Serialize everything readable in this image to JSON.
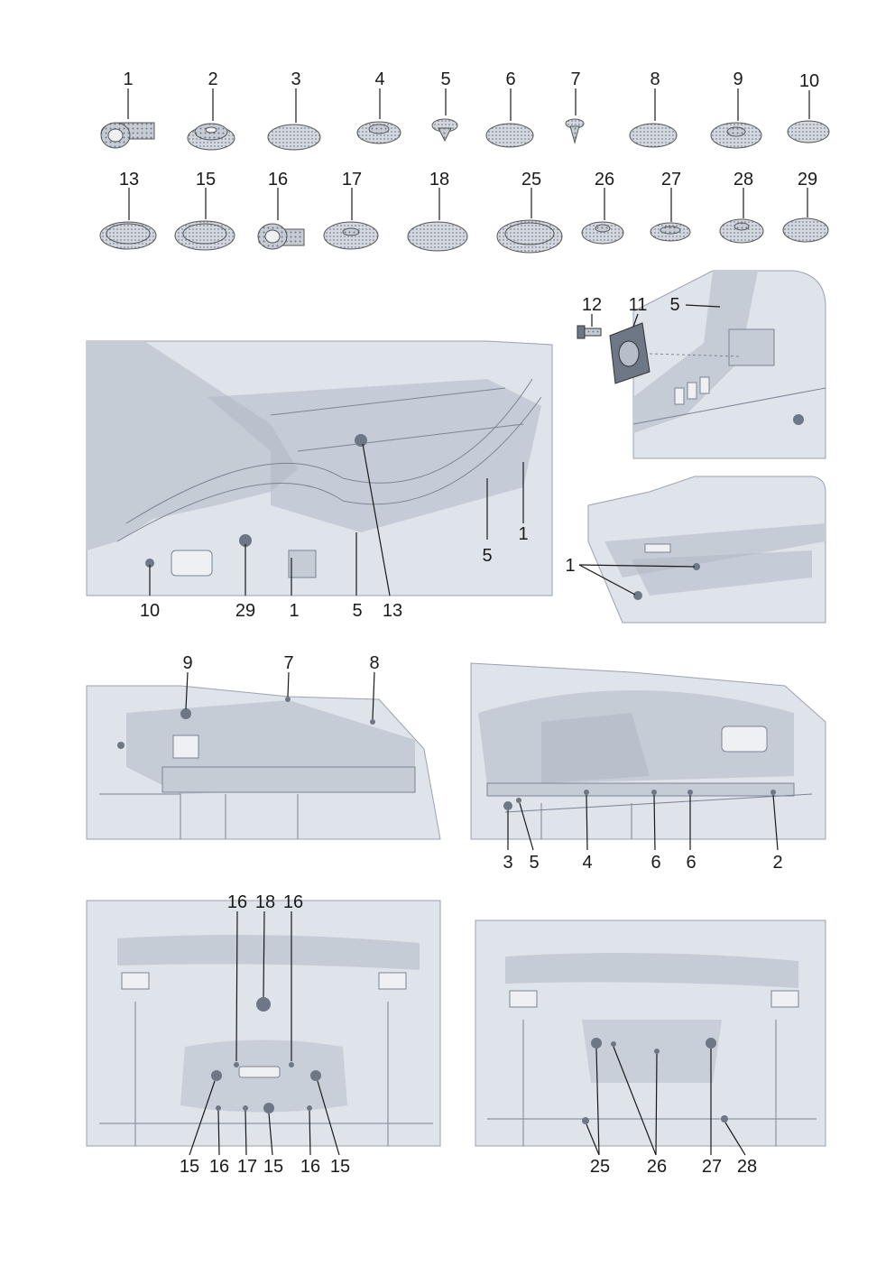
{
  "parts_row1": [
    "1",
    "2",
    "3",
    "4",
    "5",
    "6",
    "7",
    "8",
    "9",
    "10"
  ],
  "parts_row2": [
    "13",
    "15",
    "16",
    "17",
    "18",
    "25",
    "26",
    "27",
    "28",
    "29"
  ],
  "views": {
    "trunk": [
      "10",
      "29",
      "1",
      "5",
      "13",
      "5",
      "1"
    ],
    "bracket": [
      "12",
      "11",
      "5"
    ],
    "floor_side": [
      "1"
    ],
    "rear_left": [
      "9",
      "7",
      "8"
    ],
    "rear_right": [
      "3",
      "5",
      "4",
      "6",
      "6",
      "2"
    ],
    "under_left": [
      "16",
      "18",
      "16",
      "15",
      "16",
      "17",
      "15",
      "16",
      "15"
    ],
    "under_right": [
      "25",
      "26",
      "27",
      "28"
    ]
  }
}
